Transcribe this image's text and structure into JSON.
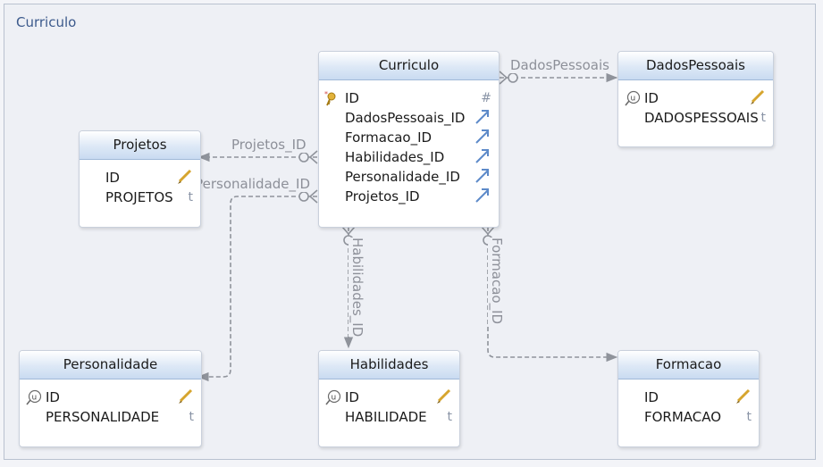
{
  "model": {
    "title": "Curriculo"
  },
  "entities": {
    "curriculo": {
      "name": "Curriculo",
      "fields": [
        {
          "name": "ID",
          "marker": "key",
          "type": "#"
        },
        {
          "name": "DadosPessoais_ID",
          "marker": "fk"
        },
        {
          "name": "Formacao_ID",
          "marker": "fk"
        },
        {
          "name": "Habilidades_ID",
          "marker": "fk"
        },
        {
          "name": "Personalidade_ID",
          "marker": "fk"
        },
        {
          "name": "Projetos_ID",
          "marker": "fk"
        }
      ]
    },
    "dadospessoais": {
      "name": "DadosPessoais",
      "fields": [
        {
          "name": "ID",
          "marker": "unique-key"
        },
        {
          "name": "DADOSPESSOAIS",
          "type": "t"
        }
      ]
    },
    "projetos": {
      "name": "Projetos",
      "fields": [
        {
          "name": "ID",
          "marker": "none"
        },
        {
          "name": "PROJETOS",
          "type": "t"
        }
      ]
    },
    "personalidade": {
      "name": "Personalidade",
      "fields": [
        {
          "name": "ID",
          "marker": "unique-key"
        },
        {
          "name": "PERSONALIDADE",
          "type": "t"
        }
      ]
    },
    "habilidades": {
      "name": "Habilidades",
      "fields": [
        {
          "name": "ID",
          "marker": "unique-key"
        },
        {
          "name": "HABILIDADE",
          "type": "t"
        }
      ]
    },
    "formacao": {
      "name": "Formacao",
      "fields": [
        {
          "name": "ID",
          "marker": "none"
        },
        {
          "name": "FORMACAO",
          "type": "t"
        }
      ]
    }
  },
  "relations": {
    "dadospessoais": "DadosPessoais",
    "projetos": "Projetos_ID",
    "personalidade": "Personalidade_ID",
    "habilidades": "Habilidades_ID",
    "formacao": "Formacao_ID"
  },
  "colors": {
    "link": "#8f939b",
    "header_border": "#9fb8d8",
    "title": "#3c5a8c"
  }
}
